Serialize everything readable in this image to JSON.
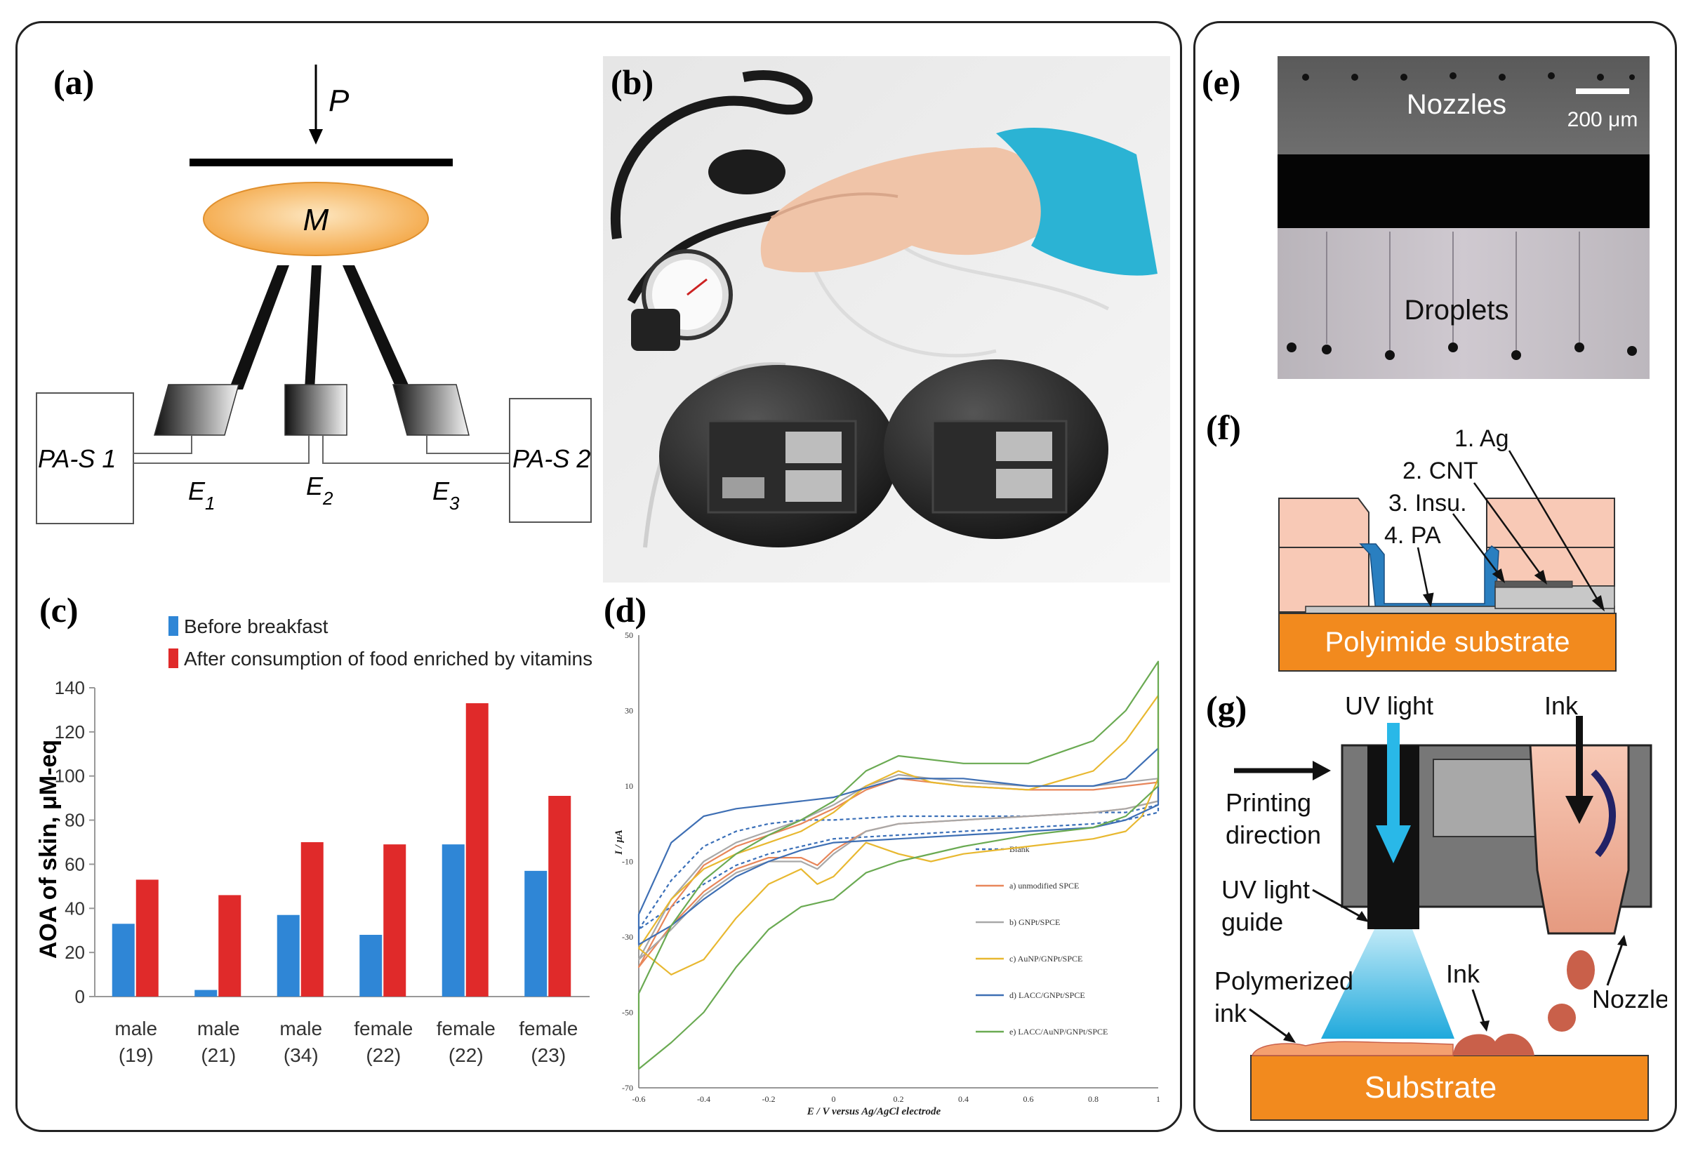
{
  "panels": {
    "a": {
      "label": "(a)"
    },
    "b": {
      "label": "(b)"
    },
    "c": {
      "label": "(c)"
    },
    "d": {
      "label": "(d)"
    },
    "e": {
      "label": "(e)"
    },
    "f": {
      "label": "(f)"
    },
    "g": {
      "label": "(g)"
    }
  },
  "diagram_a": {
    "pressure": "P",
    "mass": "M",
    "sensor_left": "PA-S 1",
    "sensor_right": "PA-S 2",
    "electrodes": [
      "E",
      "E",
      "E"
    ],
    "electrode_subs": [
      "1",
      "2",
      "3"
    ],
    "colors": {
      "mass_fill": "#f4a94a",
      "mass_light": "#fde6bf"
    }
  },
  "micrograph_e": {
    "top_label": "Nozzles",
    "bottom_label": "Droplets",
    "scale_label": "200 μm"
  },
  "diagram_f": {
    "layers": [
      "1. Ag",
      "2. CNT",
      "3. Insu.",
      "4. PA"
    ],
    "substrate": "Polyimide substrate",
    "colors": {
      "substrate": "#f28a1e",
      "pink": "#f8c9b6",
      "pa": "#2a7fc0",
      "gray": "#c8c8c8"
    }
  },
  "diagram_g": {
    "uv_light": "UV light",
    "ink_top": "Ink",
    "printing_direction": [
      "Printing",
      "direction"
    ],
    "uv_guide": [
      "UV light",
      "guide"
    ],
    "polymerized": [
      "Polymerized",
      "ink"
    ],
    "ink_bottom": "Ink",
    "nozzle": "Nozzle",
    "substrate": "Substrate",
    "colors": {
      "substrate": "#f28a1e",
      "uv": "#29b8e8",
      "ink": "#c9604a"
    }
  },
  "chart_data": [
    {
      "type": "bar",
      "ylabel": "AOA of skin, μM-eq",
      "ylim": [
        0,
        140
      ],
      "yticks": [
        "0",
        "20",
        "40",
        "60",
        "80",
        "100",
        "120",
        "140"
      ],
      "categories": [
        [
          "male",
          "(19)"
        ],
        [
          "male",
          "(21)"
        ],
        [
          "male",
          "(34)"
        ],
        [
          "female",
          "(22)"
        ],
        [
          "female",
          "(22)"
        ],
        [
          "female",
          "(23)"
        ]
      ],
      "series": [
        {
          "name": "Before breakfast",
          "color": "#2f86d6",
          "values": [
            33,
            3,
            37,
            28,
            69,
            57
          ]
        },
        {
          "name": "After consumption of food enriched by vitamins",
          "color": "#e02a2a",
          "values": [
            53,
            46,
            70,
            69,
            133,
            91
          ]
        }
      ],
      "legend": "top-left",
      "grid": false
    },
    {
      "type": "line",
      "xlabel": "E / V versus Ag/AgCl electrode",
      "ylabel": "I / μA",
      "xlim": [
        -0.6,
        1.0
      ],
      "ylim": [
        -70,
        50
      ],
      "xticks": [
        "-0.6",
        "-0.4",
        "-0.2",
        "0",
        "0.2",
        "0.4",
        "0.6",
        "0.8",
        "1"
      ],
      "yticks": [
        "50",
        "30",
        "10",
        "-10",
        "-30",
        "-50",
        "-70"
      ],
      "legend": "right",
      "grid": false,
      "series": [
        {
          "name": "Blank",
          "color": "#3a6fb8",
          "dash": true,
          "x": [
            -0.6,
            -0.5,
            -0.4,
            -0.3,
            -0.2,
            -0.1,
            0,
            0.2,
            0.4,
            0.6,
            0.8,
            0.9,
            1.0,
            1.0,
            0.9,
            0.8,
            0.6,
            0.4,
            0.2,
            0,
            -0.1,
            -0.2,
            -0.3,
            -0.4,
            -0.5,
            -0.6
          ],
          "y": [
            -28,
            -15,
            -6,
            -2,
            0,
            1,
            1,
            2,
            2,
            2,
            3,
            3,
            5,
            3,
            1,
            0,
            -1,
            -2,
            -3,
            -4,
            -6,
            -8,
            -11,
            -16,
            -22,
            -28
          ]
        },
        {
          "name": "a) unmodified SPCE",
          "color": "#e8865a",
          "x": [
            -0.6,
            -0.5,
            -0.4,
            -0.3,
            -0.2,
            -0.1,
            0,
            0.1,
            0.2,
            0.4,
            0.6,
            0.8,
            0.9,
            1.0,
            1.0,
            0.9,
            0.8,
            0.6,
            0.4,
            0.2,
            0.1,
            0,
            -0.05,
            -0.1,
            -0.2,
            -0.3,
            -0.4,
            -0.5,
            -0.6
          ],
          "y": [
            -38,
            -22,
            -11,
            -6,
            -3,
            0,
            4,
            9,
            12,
            10,
            9,
            9,
            10,
            11,
            6,
            4,
            3,
            2,
            1,
            0,
            -2,
            -7,
            -11,
            -9,
            -9,
            -12,
            -18,
            -27,
            -38
          ]
        },
        {
          "name": "b) GNPt/SPCE",
          "color": "#a8a8a8",
          "x": [
            -0.6,
            -0.5,
            -0.4,
            -0.3,
            -0.2,
            -0.1,
            0,
            0.1,
            0.2,
            0.4,
            0.6,
            0.8,
            0.9,
            1.0,
            1.0,
            0.9,
            0.8,
            0.6,
            0.4,
            0.2,
            0.1,
            0,
            -0.05,
            -0.1,
            -0.2,
            -0.3,
            -0.4,
            -0.5,
            -0.6
          ],
          "y": [
            -36,
            -20,
            -10,
            -5,
            -2,
            1,
            5,
            10,
            13,
            11,
            10,
            10,
            11,
            12,
            6,
            4,
            3,
            2,
            1,
            0,
            -2,
            -8,
            -12,
            -10,
            -10,
            -13,
            -19,
            -28,
            -36
          ]
        },
        {
          "name": "c) AuNP/GNPt/SPCE",
          "color": "#e8b830",
          "x": [
            -0.6,
            -0.5,
            -0.4,
            -0.3,
            -0.2,
            -0.1,
            0,
            0.1,
            0.2,
            0.3,
            0.4,
            0.6,
            0.8,
            0.9,
            1.0,
            1.0,
            0.95,
            0.9,
            0.8,
            0.6,
            0.4,
            0.3,
            0.2,
            0.1,
            0,
            -0.05,
            -0.1,
            -0.2,
            -0.3,
            -0.4,
            -0.5,
            -0.6
          ],
          "y": [
            -33,
            -20,
            -12,
            -8,
            -5,
            -2,
            3,
            10,
            14,
            11,
            10,
            9,
            14,
            22,
            34,
            12,
            2,
            -2,
            -4,
            -6,
            -8,
            -10,
            -8,
            -5,
            -14,
            -16,
            -12,
            -16,
            -25,
            -36,
            -40,
            -33
          ]
        },
        {
          "name": "d) LACC/GNPt/SPCE",
          "color": "#3e6fb4",
          "x": [
            -0.6,
            -0.5,
            -0.4,
            -0.3,
            -0.2,
            -0.1,
            0,
            0.2,
            0.4,
            0.6,
            0.8,
            0.9,
            1.0,
            1.0,
            0.9,
            0.8,
            0.6,
            0.4,
            0.2,
            0,
            -0.1,
            -0.2,
            -0.3,
            -0.4,
            -0.5,
            -0.6
          ],
          "y": [
            -24,
            -5,
            2,
            4,
            5,
            6,
            7,
            12,
            12,
            10,
            10,
            12,
            20,
            5,
            1,
            -1,
            -2,
            -3,
            -4,
            -5,
            -7,
            -10,
            -14,
            -20,
            -27,
            -32
          ]
        },
        {
          "name": "e) LACC/AuNP/GNPt/SPCE",
          "color": "#6aaa52",
          "x": [
            -0.6,
            -0.5,
            -0.4,
            -0.3,
            -0.2,
            -0.1,
            0,
            0.1,
            0.2,
            0.4,
            0.6,
            0.8,
            0.9,
            1.0,
            1.0,
            0.9,
            0.8,
            0.6,
            0.4,
            0.2,
            0.1,
            0,
            -0.1,
            -0.2,
            -0.3,
            -0.4,
            -0.5,
            -0.6
          ],
          "y": [
            -45,
            -27,
            -15,
            -8,
            -3,
            1,
            6,
            14,
            18,
            16,
            16,
            22,
            30,
            43,
            10,
            2,
            -1,
            -3,
            -6,
            -10,
            -13,
            -20,
            -22,
            -28,
            -38,
            -50,
            -58,
            -65
          ]
        }
      ]
    }
  ]
}
